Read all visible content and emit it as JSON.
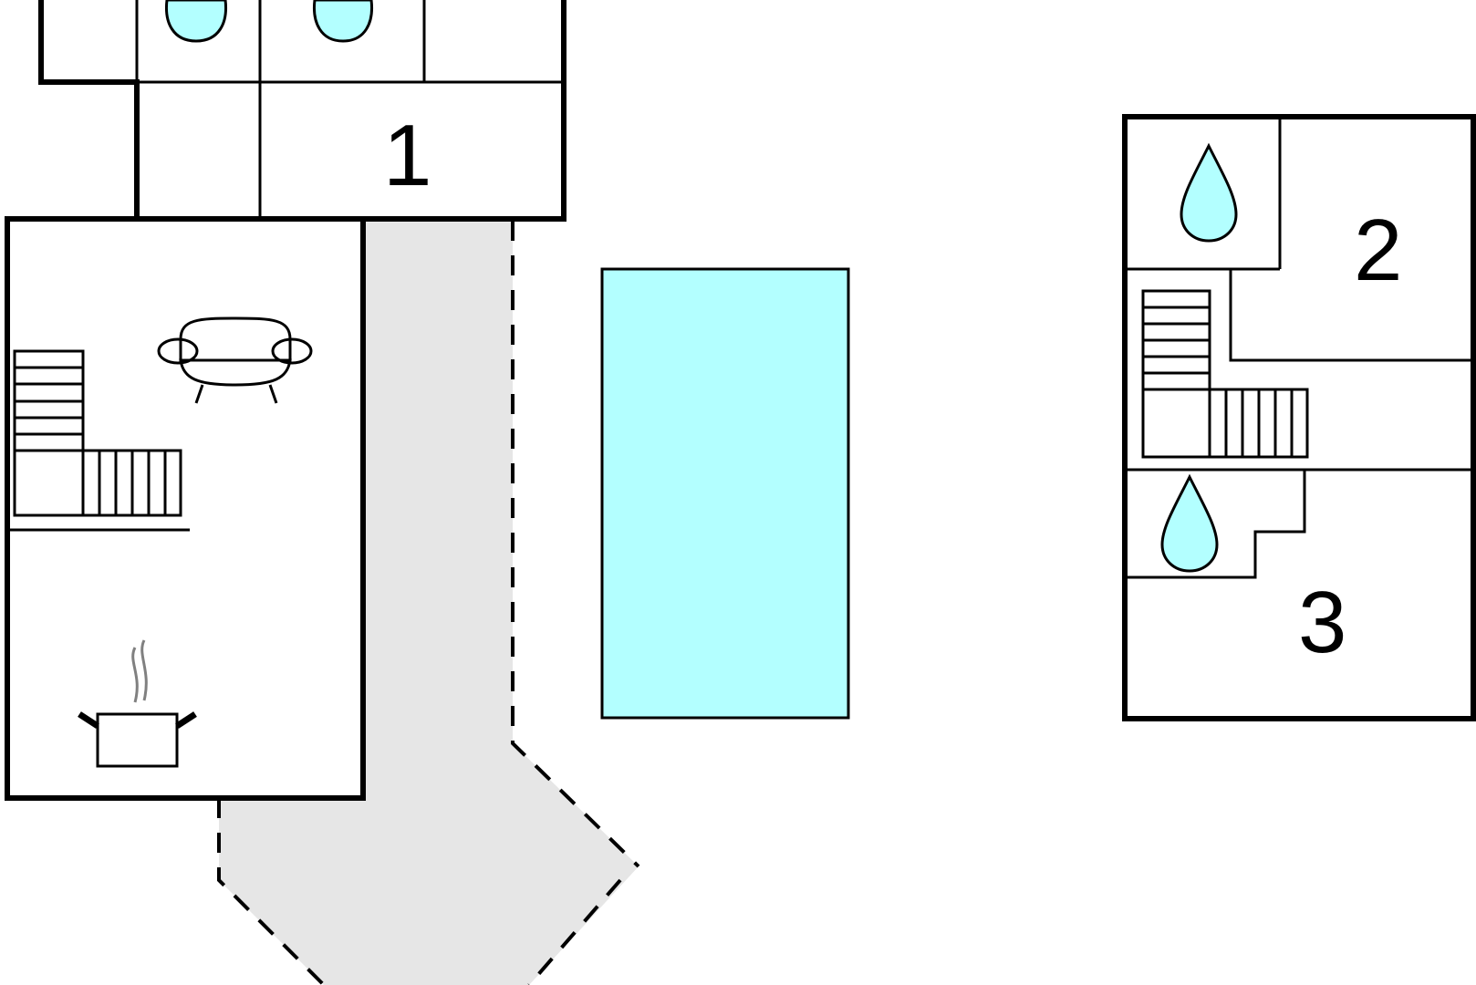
{
  "rooms": {
    "room1": "1",
    "room2": "2",
    "room3": "3"
  },
  "colors": {
    "pool": "#b3ffff",
    "water_drop": "#b3ffff",
    "terrace": "#e6e6e6",
    "wall": "#000000",
    "background": "#ffffff"
  },
  "icons": [
    "water-drop-icon",
    "sofa-icon",
    "cooking-pot-icon",
    "staircase-icon"
  ]
}
